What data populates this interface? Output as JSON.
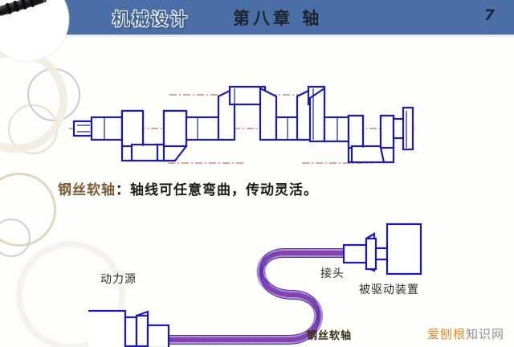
{
  "slide": {
    "background_color": "#fefefc",
    "page_number": "7"
  },
  "header": {
    "bar_color": "#4a6ea5",
    "course_title": "机械设计",
    "chapter_title": "第八章  轴",
    "page_number": "7",
    "logo_alt": "shaft-photo"
  },
  "figures": [
    {
      "id": "crankshaft",
      "name": "曲轴",
      "line_color": "#1a1ab4",
      "centerline_color": "#c04545",
      "description": "曲轴零件图，蓝色轮廓线与红色点划中心线"
    },
    {
      "id": "flexible-shaft",
      "name": "钢丝软轴传动示意图",
      "line_color": "#1a1ab4",
      "cable_color": "#9a52c8",
      "labels": {
        "power_source": "动力源",
        "joint": "接头",
        "driven_device": "被驱动装置",
        "flex_shaft": "钢丝软轴"
      }
    }
  ],
  "caption": {
    "keyword": "钢丝软轴",
    "keyword_color": "#7c5a34",
    "text": "：轴线可任意弯曲，传动灵活。"
  },
  "watermark": {
    "orange_part": "爱刨根",
    "gray_part": "知识网",
    "orange_color": "#e8862b",
    "gray_color": "#8d8d8d"
  },
  "decorations": [
    {
      "name": "circle-tan-large",
      "color": "#d8c9a8"
    },
    {
      "name": "circle-tan-small",
      "color": "#ddd0b2"
    },
    {
      "name": "circle-blue-gray",
      "color": "#b3b8c8"
    },
    {
      "name": "circle-blue-small",
      "color": "#b9bfcf"
    }
  ]
}
